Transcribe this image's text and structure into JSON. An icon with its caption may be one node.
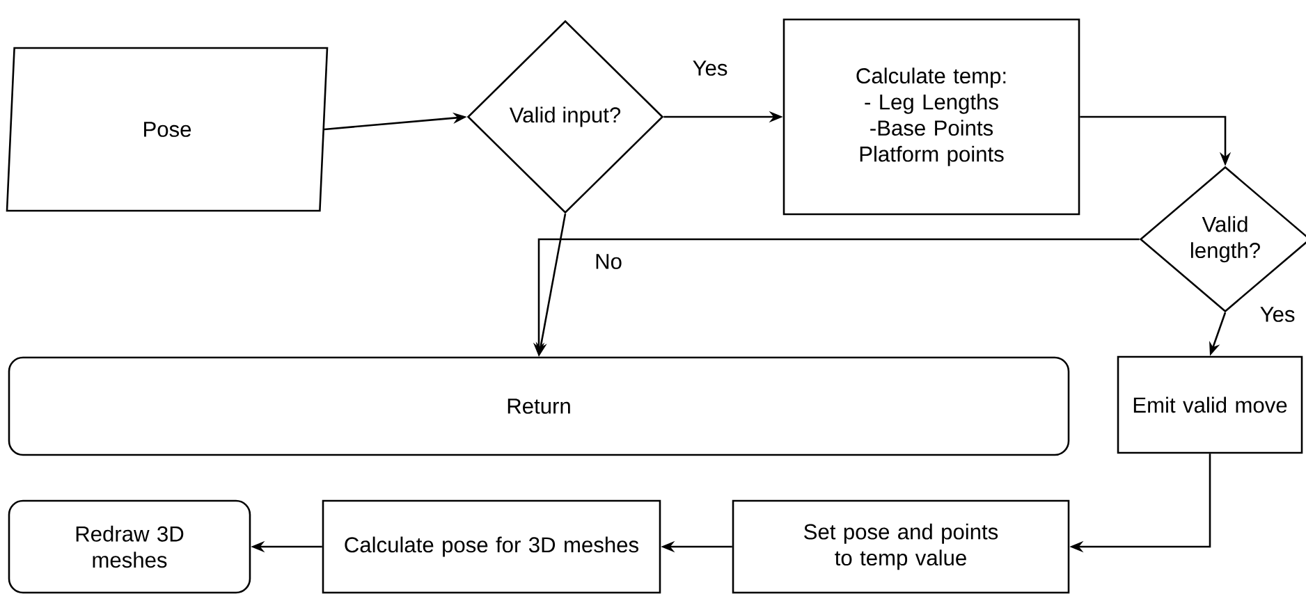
{
  "diagram": {
    "nodes": [
      {
        "text": [
          "Pose"
        ]
      },
      {
        "text": [
          "Valid input?"
        ]
      },
      {
        "text": [
          "Calculate temp:",
          "- Leg Lengths",
          "-Base Points",
          "Platform points"
        ]
      },
      {
        "text": [
          "Valid length?"
        ]
      },
      {
        "text": [
          "Return"
        ]
      },
      {
        "text": [
          "Emit valid move"
        ]
      },
      {
        "text": [
          "Set pose and points to temp value"
        ]
      },
      {
        "text": [
          "Calculate pose for 3D meshes"
        ]
      },
      {
        "text": [
          "Redraw 3D meshes"
        ]
      }
    ],
    "edges": [
      {
        "from": 0,
        "to": 1,
        "arrow": "to"
      },
      {
        "from": 1,
        "to": 2,
        "arrow": "to",
        "label": "Yes"
      },
      {
        "from": 2,
        "to": 3,
        "arrow": "to"
      },
      {
        "from": 1,
        "to": 4,
        "arrow": "to",
        "label": "No"
      },
      {
        "from": 3,
        "to": 4,
        "arrow": "to"
      },
      {
        "from": 3,
        "to": 5,
        "arrow": "to",
        "label": "Yes"
      },
      {
        "from": 5,
        "to": 6,
        "arrow": "to"
      },
      {
        "from": 6,
        "to": 7,
        "arrow": "to"
      },
      {
        "from": 7,
        "to": 8,
        "arrow": "to"
      }
    ]
  }
}
